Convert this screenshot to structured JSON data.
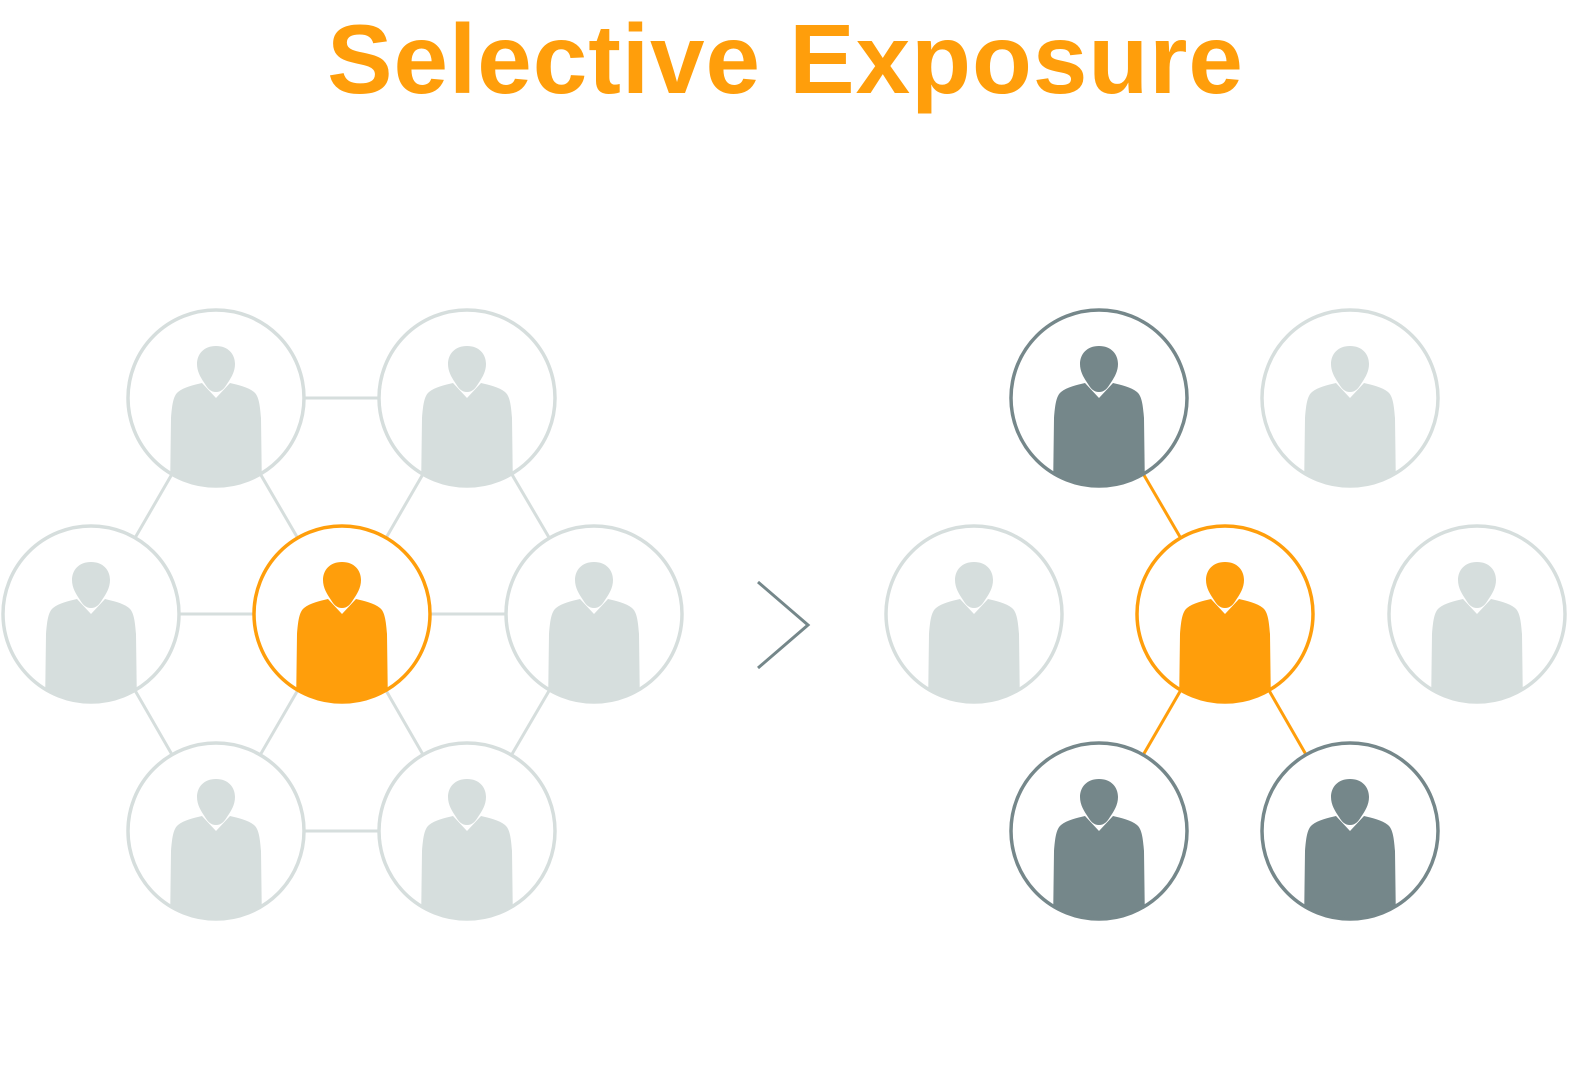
{
  "title": "Selective Exposure",
  "colors": {
    "accent": "#FF9E0B",
    "inactive": "#D6DEDD",
    "connected": "#75878A",
    "arrow": "#75878A"
  },
  "diagrams": [
    {
      "name": "before",
      "nodes": [
        "inactive",
        "inactive",
        "inactive",
        "selected",
        "inactive",
        "inactive",
        "inactive"
      ],
      "edges": [
        [
          0,
          1
        ],
        [
          0,
          2
        ],
        [
          1,
          4
        ],
        [
          2,
          5
        ],
        [
          4,
          6
        ],
        [
          5,
          6
        ],
        [
          0,
          3
        ],
        [
          1,
          3
        ],
        [
          2,
          3
        ],
        [
          4,
          3
        ],
        [
          5,
          3
        ],
        [
          6,
          3
        ]
      ],
      "edge_state": "inactive"
    },
    {
      "name": "after",
      "nodes": [
        "connected",
        "inactive",
        "inactive",
        "selected",
        "inactive",
        "connected",
        "connected"
      ],
      "edges": [
        [
          3,
          0
        ],
        [
          3,
          5
        ],
        [
          3,
          6
        ]
      ],
      "edge_state": "selected"
    }
  ],
  "arrow_icon": "chevron-right-icon"
}
